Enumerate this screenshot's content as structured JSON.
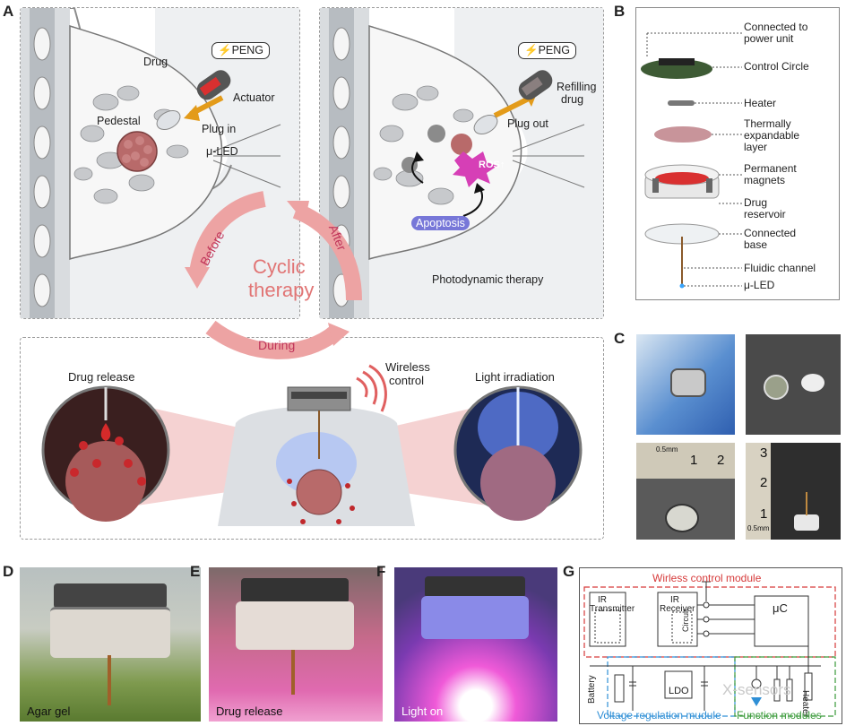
{
  "panels": {
    "A": "A",
    "B": "B",
    "C": "C",
    "D": "D",
    "E": "E",
    "F": "F",
    "G": "G"
  },
  "panelA": {
    "left": {
      "peng": "⚡PENG",
      "drug": "Drug",
      "actuator": "Actuator",
      "pedestal": "Pedestal",
      "plug": "Plug in",
      "led": "μ-LED"
    },
    "right": {
      "peng": "⚡PENG",
      "refill_1": "Refilling",
      "refill_2": "drug",
      "plug": "Plug out",
      "ros": "ROS↑",
      "apoptosis": "Apoptosis",
      "caption": "Photodynamic therapy"
    },
    "cycle": {
      "before": "Before",
      "after": "After",
      "during": "During",
      "center_1": "Cyclic",
      "center_2": "therapy"
    },
    "bottom": {
      "drug_release": "Drug release",
      "light": "Light irradiation",
      "wireless_1": "Wireless",
      "wireless_2": "control"
    }
  },
  "panelB": {
    "labels": [
      "Connected to",
      "power unit",
      "Control Circle",
      "Heater",
      "Thermally",
      "expandable",
      "layer",
      "Permanent",
      "magnets",
      "Drug",
      "reservoir",
      "Connected",
      "base",
      "Fluidic channel",
      "μ-LED"
    ]
  },
  "panelC": {
    "ruler_left": [
      "0.5mm",
      "1",
      "2"
    ],
    "ruler_right": [
      "3",
      "2",
      "1",
      "0.5mm"
    ]
  },
  "panelD": {
    "caption": "Agar gel"
  },
  "panelE": {
    "caption": "Drug release"
  },
  "panelF": {
    "caption": "Light on"
  },
  "panelG": {
    "wireless_title": "Wirless control module",
    "voltage_title": "Voltage regulation mudule",
    "function_title": "Function modules",
    "ir_tx_1": "IR",
    "ir_tx_2": "Transmitter",
    "ir_rx_1": "IR",
    "ir_rx_2": "Receiver",
    "circuit": "Circuit",
    "uc": "μC",
    "battery": "Battery",
    "ldo": "LDO",
    "heater": "Heater",
    "watermark": "X-sensors"
  },
  "colors": {
    "tumor": "#b86a6a",
    "arrow_pink": "#eda3a3",
    "red_title": "#d63a3a",
    "blue_title": "#2f8fd6",
    "green_title": "#3a9a3a",
    "ros": "#d63fb6",
    "apoptosis": "#6a6ad8"
  }
}
